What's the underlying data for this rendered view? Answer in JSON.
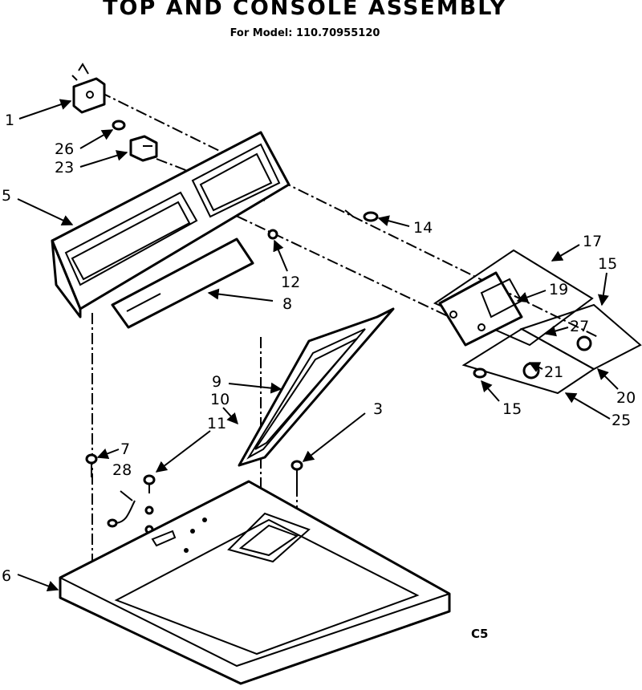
{
  "title": "TOP AND CONSOLE ASSEMBLY",
  "subtitle": "For Model: 110.70955120",
  "page_code": "C5",
  "callouts": [
    {
      "id": "1",
      "text": "1"
    },
    {
      "id": "26",
      "text": "26"
    },
    {
      "id": "23",
      "text": "23"
    },
    {
      "id": "5",
      "text": "5"
    },
    {
      "id": "14",
      "text": "14"
    },
    {
      "id": "12",
      "text": "12"
    },
    {
      "id": "8",
      "text": "8"
    },
    {
      "id": "17",
      "text": "17"
    },
    {
      "id": "15a",
      "text": "15"
    },
    {
      "id": "19",
      "text": "19"
    },
    {
      "id": "27",
      "text": "27"
    },
    {
      "id": "21",
      "text": "21"
    },
    {
      "id": "20",
      "text": "20"
    },
    {
      "id": "15b",
      "text": "15"
    },
    {
      "id": "25",
      "text": "25"
    },
    {
      "id": "9",
      "text": "9"
    },
    {
      "id": "10",
      "text": "10"
    },
    {
      "id": "11",
      "text": "11"
    },
    {
      "id": "3",
      "text": "3"
    },
    {
      "id": "7",
      "text": "7"
    },
    {
      "id": "28",
      "text": "28"
    },
    {
      "id": "6",
      "text": "6"
    }
  ]
}
